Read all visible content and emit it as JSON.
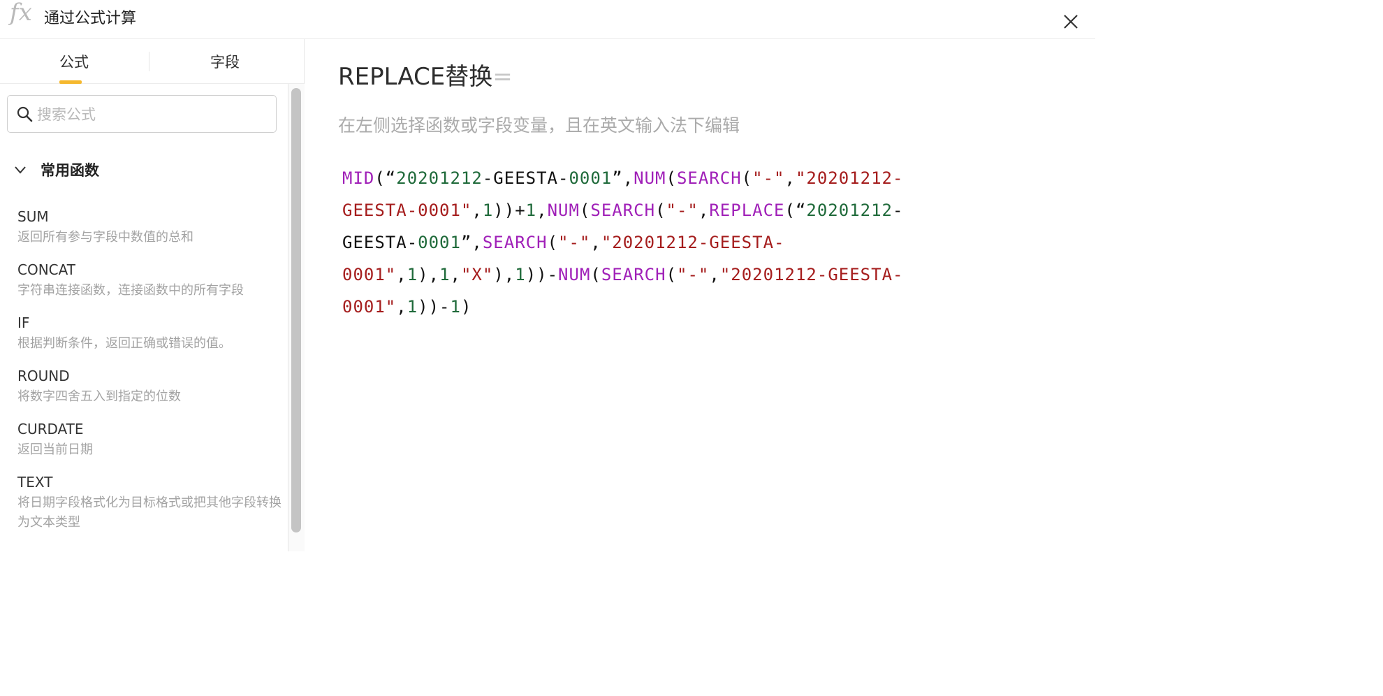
{
  "titlebar": {
    "icon_label": "fx",
    "title": "通过公式计算",
    "close_icon": "close-icon"
  },
  "sidebar": {
    "tabs": [
      {
        "label": "公式",
        "active": true
      },
      {
        "label": "字段",
        "active": false
      }
    ],
    "search": {
      "placeholder": "搜索公式",
      "value": ""
    },
    "group": {
      "title": "常用函数",
      "expanded": true
    },
    "functions": [
      {
        "name": "SUM",
        "desc": "返回所有参与字段中数值的总和"
      },
      {
        "name": "CONCAT",
        "desc": "字符串连接函数，连接函数中的所有字段"
      },
      {
        "name": "IF",
        "desc": "根据判断条件，返回正确或错误的值。"
      },
      {
        "name": "ROUND",
        "desc": "将数字四舍五入到指定的位数"
      },
      {
        "name": "CURDATE",
        "desc": "返回当前日期"
      },
      {
        "name": "TEXT",
        "desc": "将日期字段格式化为目标格式或把其他字段转换为文本类型"
      }
    ]
  },
  "main": {
    "formula_name": "REPLACE替换",
    "equals_sign": "=",
    "hint": "在左侧选择函数或字段变量，且在英文输入法下编辑",
    "code_lines": [
      [
        {
          "t": "MID",
          "c": "fn"
        },
        {
          "t": "(“",
          "c": "p"
        },
        {
          "t": "20201212",
          "c": "num"
        },
        {
          "t": "-GEESTA-",
          "c": "p"
        },
        {
          "t": "0001",
          "c": "num"
        },
        {
          "t": "”,",
          "c": "p"
        },
        {
          "t": "NUM",
          "c": "fn"
        },
        {
          "t": "(",
          "c": "p"
        },
        {
          "t": "SEARCH",
          "c": "fn"
        },
        {
          "t": "(",
          "c": "p"
        },
        {
          "t": "\"-\"",
          "c": "str"
        },
        {
          "t": ",",
          "c": "p"
        },
        {
          "t": "\"20201212-",
          "c": "str"
        }
      ],
      [
        {
          "t": "GEESTA-0001\"",
          "c": "str"
        },
        {
          "t": ",",
          "c": "p"
        },
        {
          "t": "1",
          "c": "num"
        },
        {
          "t": "))+",
          "c": "p"
        },
        {
          "t": "1",
          "c": "num"
        },
        {
          "t": ",",
          "c": "p"
        },
        {
          "t": "NUM",
          "c": "fn"
        },
        {
          "t": "(",
          "c": "p"
        },
        {
          "t": "SEARCH",
          "c": "fn"
        },
        {
          "t": "(",
          "c": "p"
        },
        {
          "t": "\"-\"",
          "c": "str"
        },
        {
          "t": ",",
          "c": "p"
        },
        {
          "t": "REPLACE",
          "c": "fn"
        },
        {
          "t": "(“",
          "c": "p"
        },
        {
          "t": "20201212",
          "c": "num"
        },
        {
          "t": "-",
          "c": "p"
        }
      ],
      [
        {
          "t": "GEESTA-",
          "c": "p"
        },
        {
          "t": "0001",
          "c": "num"
        },
        {
          "t": "”,",
          "c": "p"
        },
        {
          "t": "SEARCH",
          "c": "fn"
        },
        {
          "t": "(",
          "c": "p"
        },
        {
          "t": "\"-\"",
          "c": "str"
        },
        {
          "t": ",",
          "c": "p"
        },
        {
          "t": "\"20201212-GEESTA-",
          "c": "str"
        }
      ],
      [
        {
          "t": "0001\"",
          "c": "str"
        },
        {
          "t": ",",
          "c": "p"
        },
        {
          "t": "1",
          "c": "num"
        },
        {
          "t": "),",
          "c": "p"
        },
        {
          "t": "1",
          "c": "num"
        },
        {
          "t": ",",
          "c": "p"
        },
        {
          "t": "\"X\"",
          "c": "str"
        },
        {
          "t": "),",
          "c": "p"
        },
        {
          "t": "1",
          "c": "num"
        },
        {
          "t": "))-",
          "c": "p"
        },
        {
          "t": "NUM",
          "c": "fn"
        },
        {
          "t": "(",
          "c": "p"
        },
        {
          "t": "SEARCH",
          "c": "fn"
        },
        {
          "t": "(",
          "c": "p"
        },
        {
          "t": "\"-\"",
          "c": "str"
        },
        {
          "t": ",",
          "c": "p"
        },
        {
          "t": "\"20201212-GEESTA-",
          "c": "str"
        }
      ],
      [
        {
          "t": "0001\"",
          "c": "str"
        },
        {
          "t": ",",
          "c": "p"
        },
        {
          "t": "1",
          "c": "num"
        },
        {
          "t": "))-",
          "c": "p"
        },
        {
          "t": "1",
          "c": "num"
        },
        {
          "t": ")",
          "c": "p"
        }
      ]
    ]
  },
  "colors": {
    "accent": "#f5b82e",
    "function": "#a020b8",
    "number": "#1f6a3a",
    "string": "#a51d1d",
    "hint": "#ababab"
  }
}
